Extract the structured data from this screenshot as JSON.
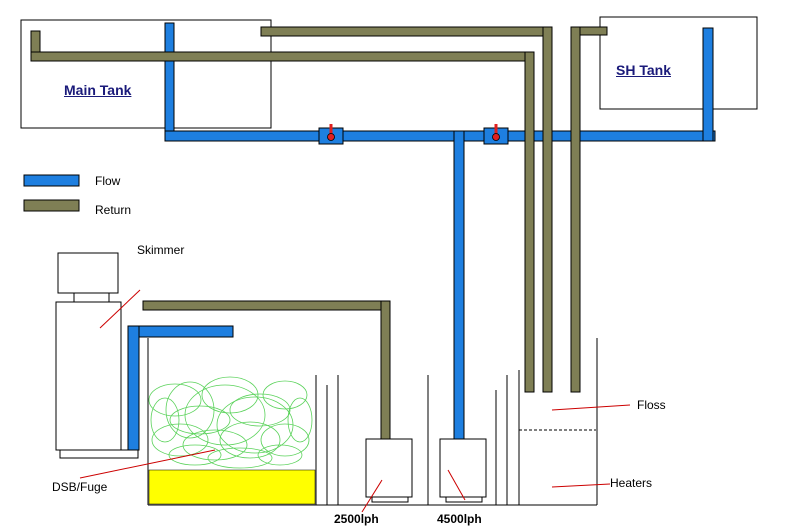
{
  "labels": {
    "main_tank": "Main Tank",
    "sh_tank": "SH Tank",
    "flow": "Flow",
    "return": "Return",
    "skimmer": "Skimmer",
    "floss": "Floss",
    "heaters": "Heaters",
    "dsb_fuge": "DSB/Fuge",
    "pump_small": "2500lph",
    "pump_large": "4500lph"
  },
  "colors": {
    "flow": "#1e7fe0",
    "return": "#7f7f55",
    "pipe_outline": "#000000",
    "valve_handle": "#e02020",
    "sand": "#ffff00",
    "chaeto": "#5ad25a",
    "pointer": "#cc0000"
  },
  "icons": [
    "valve-icon",
    "pump-icon",
    "skimmer-icon"
  ]
}
